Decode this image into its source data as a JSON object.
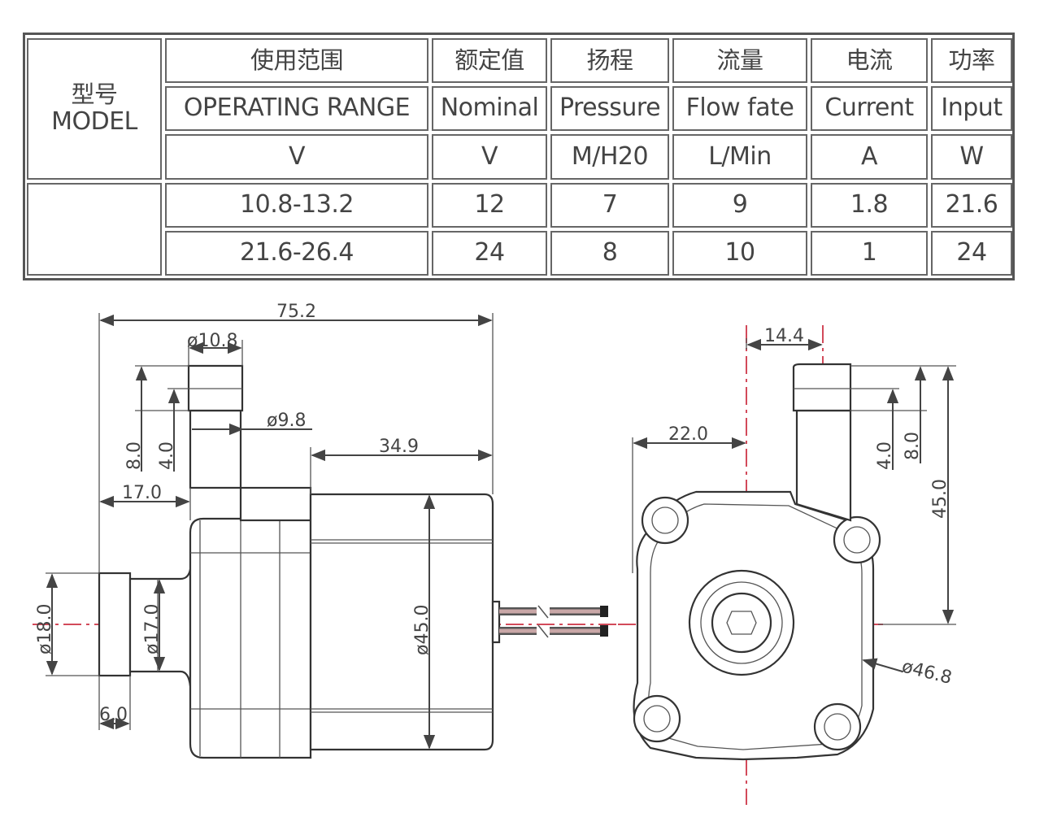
{
  "table": {
    "model_zh": "型号",
    "model_en": "MODEL",
    "header_zh": [
      "使用范围",
      "额定值",
      "扬程",
      "流量",
      "电流",
      "功率"
    ],
    "header_en": [
      "OPERATING RANGE",
      "Nominal",
      "Pressure",
      "Flow fate",
      "Current",
      "Input"
    ],
    "units": [
      "V",
      "V",
      "M/H20",
      "L/Min",
      "A",
      "W"
    ],
    "rows": [
      [
        "10.8-13.2",
        "12",
        "7",
        "9",
        "1.8",
        "21.6"
      ],
      [
        "21.6-26.4",
        "24",
        "8",
        "10",
        "1",
        "24"
      ]
    ]
  },
  "side_view": {
    "dims": {
      "overall_length": "75.2",
      "outlet_dia": "ø10.8",
      "outlet_neck_dia": "ø9.8",
      "motor_length": "34.9",
      "dim_8": "8.0",
      "dim_4": "4.0",
      "dim_17": "17.0",
      "inlet_outer_dia": "ø18.0",
      "inlet_inner_dia": "ø17.0",
      "motor_dia": "ø45.0",
      "dim_6": "6.0"
    }
  },
  "front_view": {
    "dims": {
      "dim_14_4": "14.4",
      "dim_22": "22.0",
      "dim_4": "4.0",
      "dim_8": "8.0",
      "dim_45": "45.0",
      "flange_dia": "ø46.8"
    }
  },
  "colors": {
    "centerline": "#d24a5a",
    "lines": "#444444"
  }
}
